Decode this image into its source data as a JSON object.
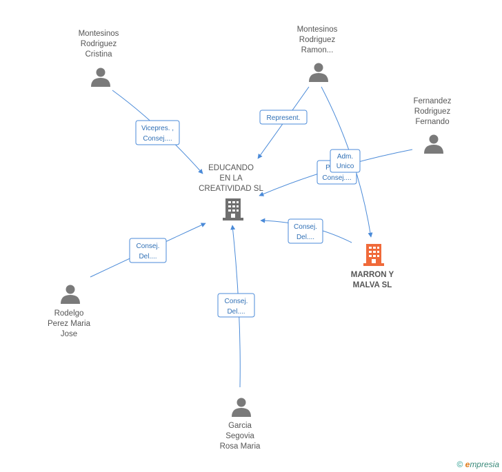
{
  "colors": {
    "edge": "#4a8ad8",
    "person": "#7a7a7a",
    "company": "#6f6f6f",
    "highlight_company": "#f06a3a"
  },
  "nodes": {
    "cristina": {
      "lines": [
        "Montesinos",
        "Rodriguez",
        "Cristina"
      ],
      "icon": "person-icon"
    },
    "ramon": {
      "lines": [
        "Montesinos",
        "Rodriguez",
        "Ramon..."
      ],
      "icon": "person-icon"
    },
    "fernando": {
      "lines": [
        "Fernandez",
        "Rodriguez",
        "Fernando"
      ],
      "icon": "person-icon"
    },
    "educando": {
      "lines": [
        "EDUCANDO",
        "EN LA",
        "CREATIVIDAD SL"
      ],
      "icon": "building-icon"
    },
    "marron": {
      "lines": [
        "MARRON Y",
        "MALVA SL"
      ],
      "icon": "building-icon"
    },
    "rodelgo": {
      "lines": [
        "Rodelgo",
        "Perez Maria",
        "Jose"
      ],
      "icon": "person-icon"
    },
    "garcia": {
      "lines": [
        "Garcia",
        "Segovia",
        "Rosa Maria"
      ],
      "icon": "person-icon"
    }
  },
  "edge_labels": {
    "cristina_educando": [
      "Vicepres. ,",
      "Consej...."
    ],
    "ramon_educando": [
      "Represent."
    ],
    "fernando_educando": [
      "Pr...",
      "Consej...."
    ],
    "ramon_marron": [
      "Adm.",
      "Unico"
    ],
    "marron_educando": [
      "Consej.",
      "Del...."
    ],
    "rodelgo_educando": [
      "Consej.",
      "Del...."
    ],
    "garcia_educando": [
      "Consej.",
      "Del...."
    ]
  },
  "footer": {
    "copyright": "©",
    "brand_initial": "e",
    "brand_rest": "mpresia"
  }
}
